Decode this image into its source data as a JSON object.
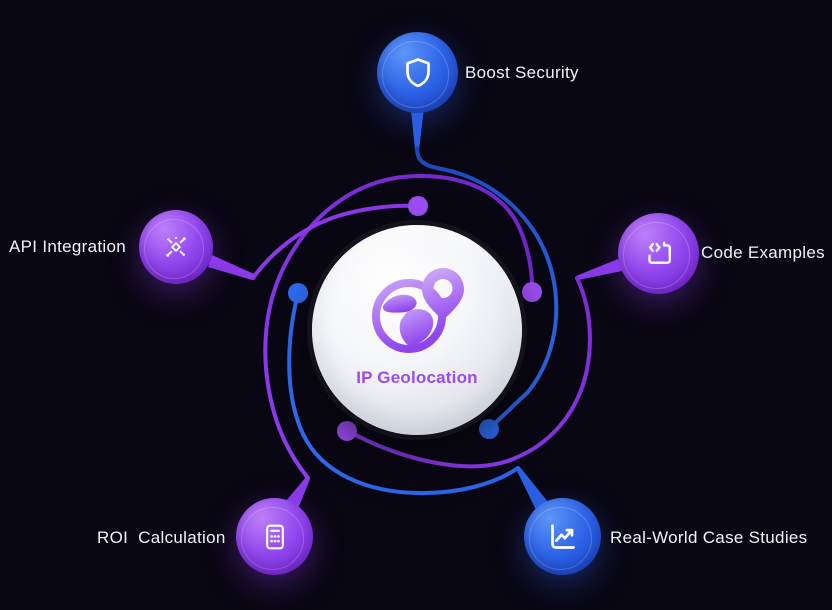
{
  "diagram": {
    "center": {
      "label": "IP Geolocation",
      "icon": "globe-location-pin-icon"
    },
    "nodes": [
      {
        "id": "boost-security",
        "label": "Boost Security",
        "accent": "#2e6cf0",
        "icon": "shield-icon",
        "position": "top"
      },
      {
        "id": "code-examples",
        "label": "Code Examples",
        "accent": "#9b4af0",
        "icon": "code-icon",
        "position": "right"
      },
      {
        "id": "real-world-case-studies",
        "label": "Real-World Case Studies",
        "accent": "#2e6cf0",
        "icon": "trend-chart-icon",
        "position": "bottom-right"
      },
      {
        "id": "roi-calculation",
        "label": "ROI  Calculation",
        "accent": "#9b4af0",
        "icon": "calculator-icon",
        "position": "bottom-left"
      },
      {
        "id": "api-integration",
        "label": "API Integration",
        "accent": "#9b4af0",
        "icon": "api-icon",
        "position": "left"
      }
    ],
    "colors": {
      "background": "#0a0714",
      "blue_accent": "#2e6cf0",
      "blue_line": "#2457d8",
      "purple_accent": "#9b4af0",
      "purple_line": "#7e2dd6",
      "label_text": "#f2f2f7",
      "center_title": "#9b4af0",
      "center_circle": "#f5f6f9"
    }
  }
}
